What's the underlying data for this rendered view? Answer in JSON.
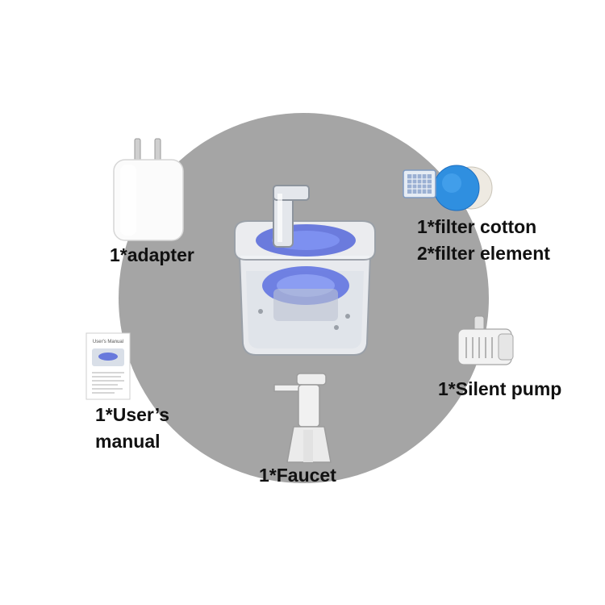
{
  "items": {
    "adapter": {
      "label": "1*adapter"
    },
    "filter": {
      "line1": "1*filter cotton",
      "line2": "2*filter element"
    },
    "pump": {
      "label": "1*Silent pump"
    },
    "manual": {
      "line1": "1*User’s",
      "line2": "manual",
      "cover_title": "User's Manual"
    },
    "faucet": {
      "label": "1*Faucet"
    }
  },
  "colors": {
    "background": "#ffffff",
    "circle": "#a5a5a5",
    "text": "#111111",
    "filter_blue": "#2f8fe0",
    "water_glow": "#4b5fd8"
  }
}
